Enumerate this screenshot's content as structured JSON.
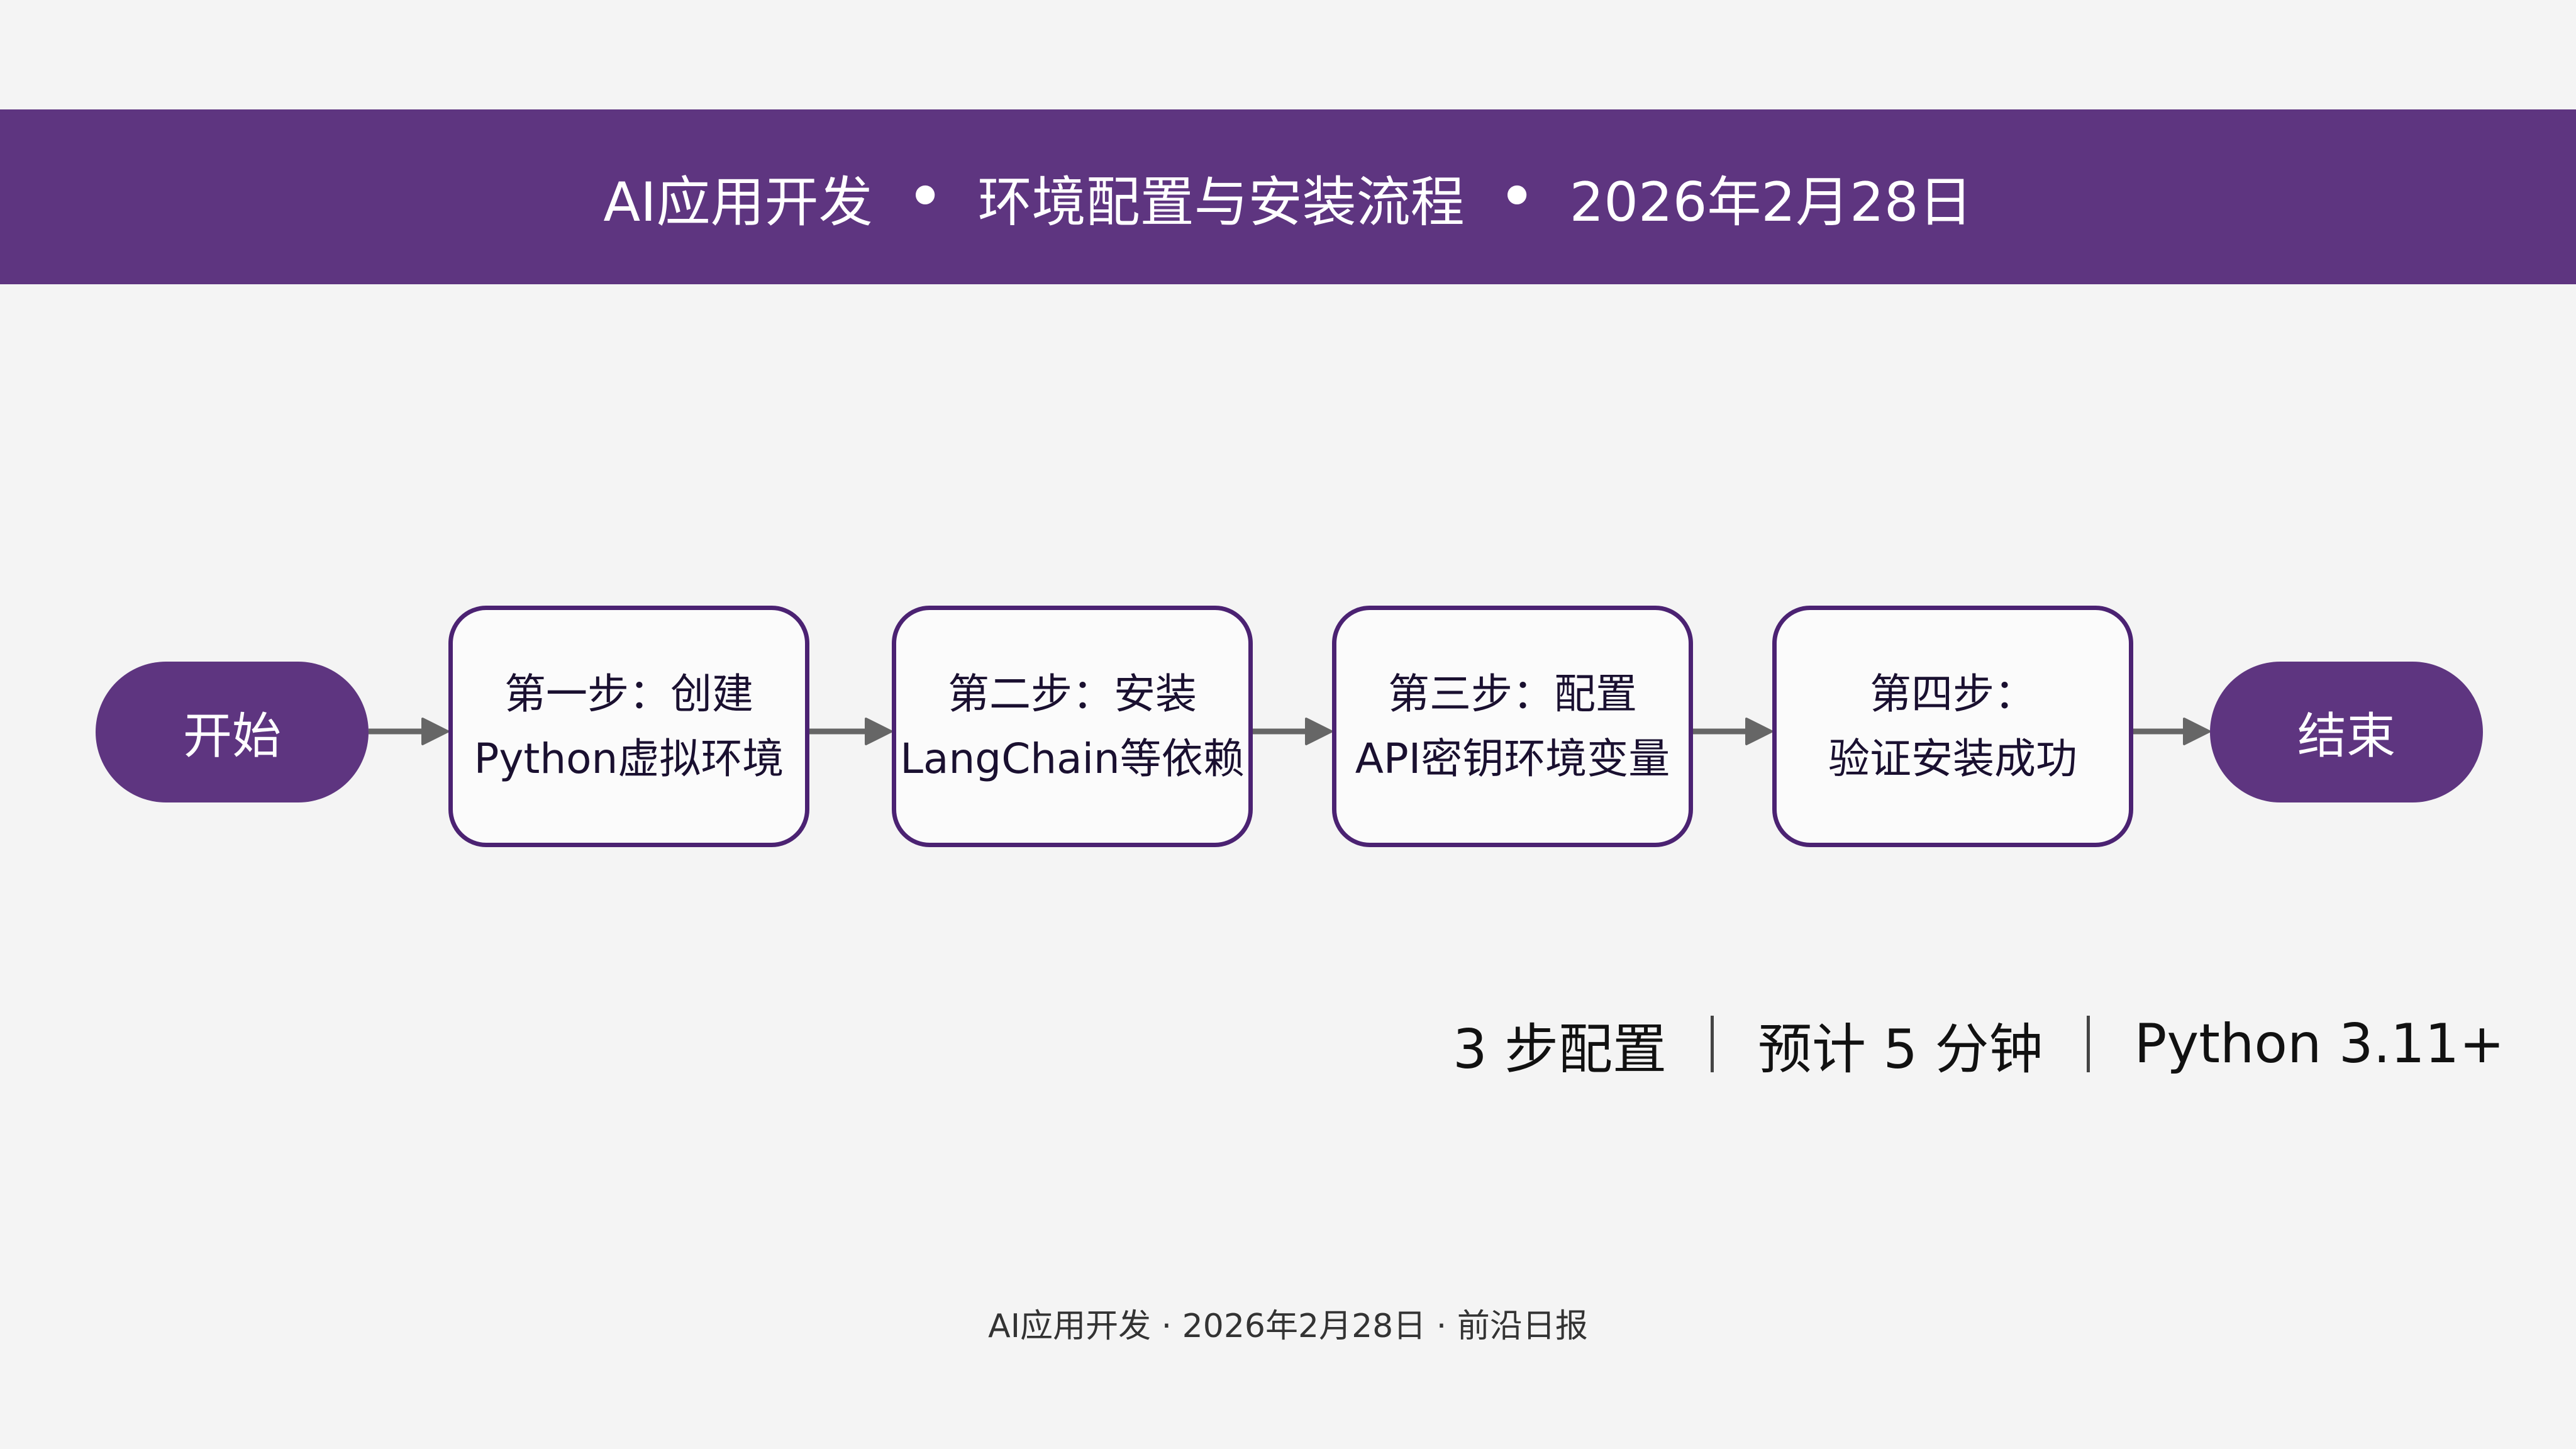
{
  "banner": {
    "segment_1": "AI应用开发",
    "separator": "•",
    "segment_2": "环境配置与安装流程",
    "segment_3": "2026年2月28日"
  },
  "flow": {
    "start": "开始",
    "steps": [
      {
        "line1": "第一步：创建",
        "line2": "Python虚拟环境"
      },
      {
        "line1": "第二步：安装",
        "line2": "LangChain等依赖"
      },
      {
        "line1": "第三步：配置",
        "line2": "API密钥环境变量"
      },
      {
        "line1": "第四步：",
        "line2": "验证安装成功"
      }
    ],
    "end": "结束"
  },
  "stats": {
    "item_1": "3 步配置",
    "item_2": "预计 5 分钟",
    "item_3": "Python 3.11+"
  },
  "footer": {
    "text": "AI应用开发 · 2026年2月28日 · 前沿日报"
  },
  "colors": {
    "accent": "#5e3580",
    "box_border": "#4b2272",
    "arrow": "#666666",
    "background": "#f4f4f4",
    "text_dark": "#1a1030"
  }
}
